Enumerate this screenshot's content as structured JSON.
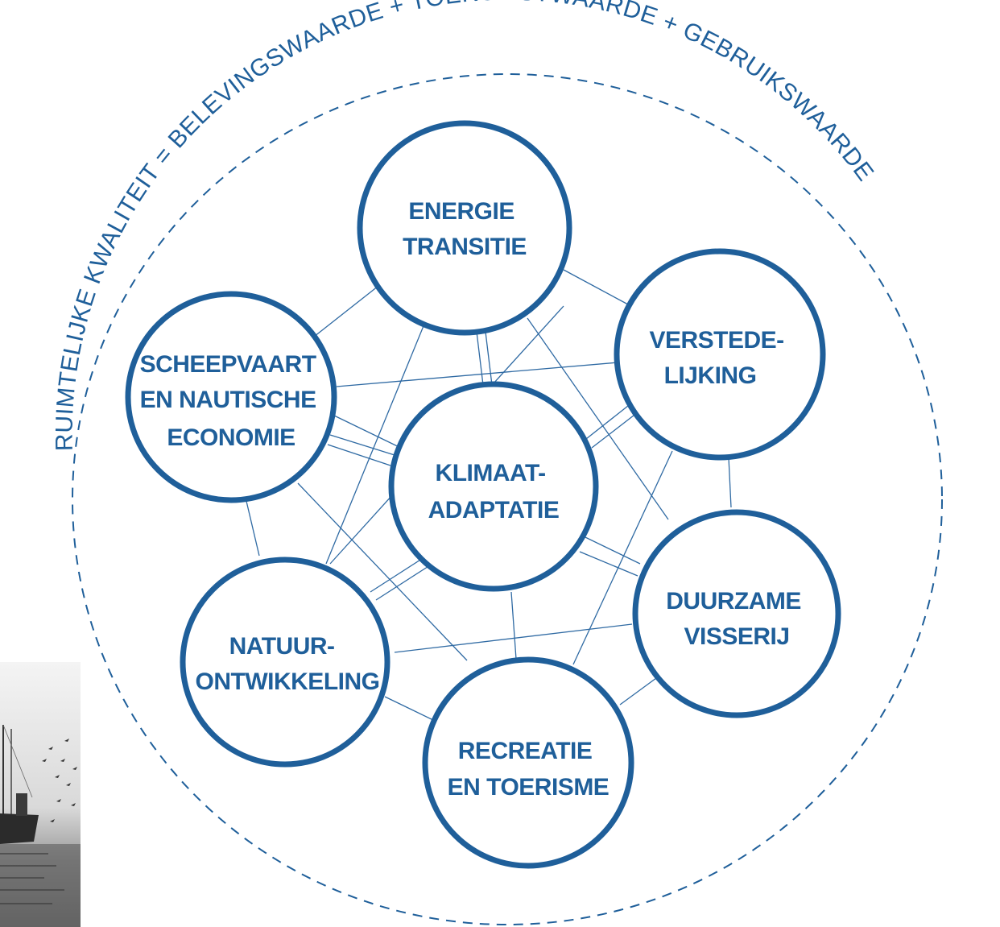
{
  "colors": {
    "accent": "#1f5f9a",
    "line": "#2f6aa3",
    "background": "#ffffff"
  },
  "outer_ring": {
    "text": "RUIMTELIJKE KWALITEIT = BELEVINGSWAARDE + TOEKOMSTWAARDE + GEBRUIKSWAARDE"
  },
  "nodes": [
    {
      "id": "energie",
      "lines": [
        "ENERGIE",
        "TRANSITIE"
      ]
    },
    {
      "id": "verstedelijking",
      "lines": [
        "VERSTEDE-",
        "LIJKING"
      ]
    },
    {
      "id": "scheepvaart",
      "lines": [
        "SCHEEPVAART",
        "EN NAUTISCHE",
        "ECONOMIE"
      ]
    },
    {
      "id": "klimaat",
      "lines": [
        "KLIMAAT-",
        "ADAPTATIE"
      ]
    },
    {
      "id": "visserij",
      "lines": [
        "DUURZAME",
        "VISSERIJ"
      ]
    },
    {
      "id": "natuur",
      "lines": [
        "NATUUR-",
        "ONTWIKKELING"
      ]
    },
    {
      "id": "recreatie",
      "lines": [
        "RECREATIE",
        "EN TOERISME"
      ]
    }
  ],
  "photo": {
    "icon": "fishing-boat-photo"
  }
}
